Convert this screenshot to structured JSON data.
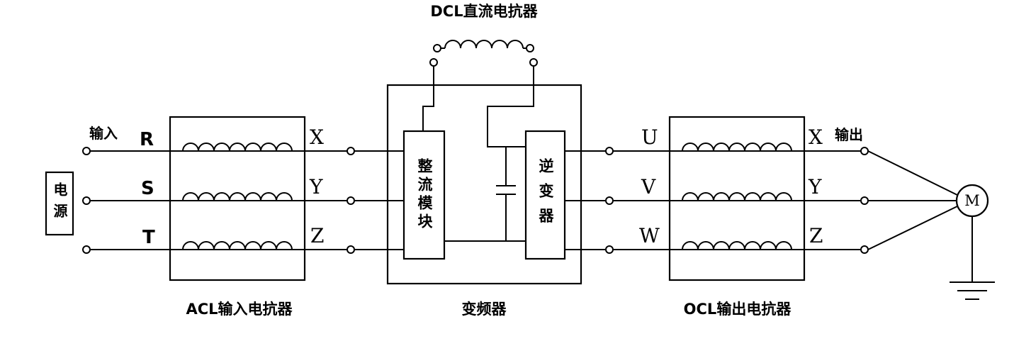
{
  "colors": {
    "line": "#000000",
    "text": "#000000",
    "background": "#ffffff"
  },
  "power_source": {
    "label": "电源"
  },
  "input": {
    "label": "输入",
    "phases": [
      "R",
      "S",
      "T"
    ]
  },
  "acl_reactor": {
    "caption": "ACL输入电抗器",
    "output_terminals": [
      "X",
      "Y",
      "Z"
    ]
  },
  "dcl_reactor": {
    "caption": "DCL直流电抗器"
  },
  "vfd": {
    "caption": "变频器",
    "rectifier_label": "整流模块",
    "inverter_label": "逆变器",
    "output_phases": [
      "U",
      "V",
      "W"
    ]
  },
  "ocl_reactor": {
    "caption": "OCL输出电抗器",
    "output_terminals": [
      "X",
      "Y",
      "Z"
    ]
  },
  "output": {
    "label": "输出"
  },
  "motor": {
    "label": "M"
  }
}
